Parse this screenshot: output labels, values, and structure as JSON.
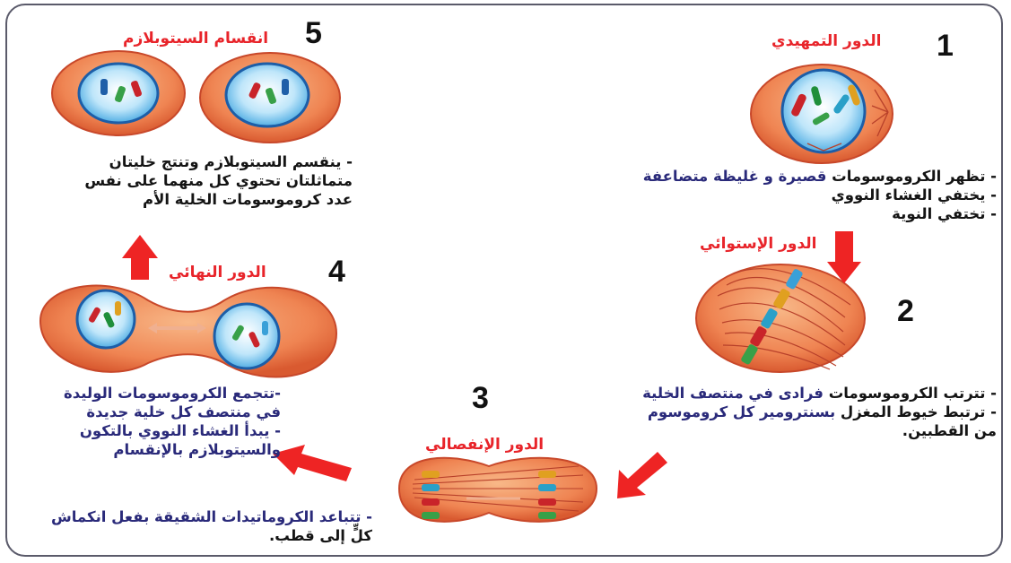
{
  "stages": [
    {
      "number": "1",
      "title": "الدور التمهيدي",
      "lines": [
        {
          "prefix": "- تظهر الكروموسومات ",
          "emph": "قصيرة و غليظة متضاعفة"
        },
        {
          "prefix": "- يختفي الغشاء النووي",
          "emph": ""
        },
        {
          "prefix": "- تختفي النوية",
          "emph": ""
        }
      ]
    },
    {
      "number": "2",
      "title": "الدور الإستوائي",
      "lines": [
        {
          "prefix": "- تترتب الكروموسومات ",
          "emph": "فرادى في منتصف الخلية"
        },
        {
          "prefix": "- ترتبط خيوط المغزل ",
          "emph": "بسنترومير كل كروموسوم"
        },
        {
          "prefix": "من القطبين.",
          "emph": ""
        }
      ]
    },
    {
      "number": "3",
      "title": "الدور الإنفصالي",
      "lines": [
        {
          "prefix": "- تتباعد الكروماتيدات الشقيقة بفعل انكماش",
          "emph": ""
        },
        {
          "prefix": "كلٍّ إلى قطب.",
          "emph": ""
        }
      ]
    },
    {
      "number": "4",
      "title": "الدور النهائي",
      "lines": [
        {
          "prefix": "-تتجمع الكروموسومات الوليدة",
          "emph": ""
        },
        {
          "prefix": "في منتصف كل خلية جديدة",
          "emph": ""
        },
        {
          "prefix": "- يبدأ الغشاء النووي بالتكون",
          "emph": ""
        },
        {
          "prefix": "والسيتوبلازم بالإنقسام",
          "emph": ""
        }
      ]
    },
    {
      "number": "5",
      "title": "انقسام السيتوبلازم",
      "lines": [
        {
          "prefix": "- ينقسم السيتوبلازم وتنتج خليتان",
          "emph": ""
        },
        {
          "prefix": "متماثلتان تحتوي كل منهما على نفس",
          "emph": ""
        },
        {
          "prefix": "عدد كروموسومات الخلية الأم",
          "emph": ""
        }
      ]
    }
  ],
  "colors": {
    "cell": "#f08a54",
    "cell_edge": "#c8482a",
    "nucleus": "#4fb3e6",
    "nucleus_edge": "#1c5ea8",
    "arrow": "#ee2424",
    "title": "#e8242a",
    "emph": "#2a2a7a"
  }
}
